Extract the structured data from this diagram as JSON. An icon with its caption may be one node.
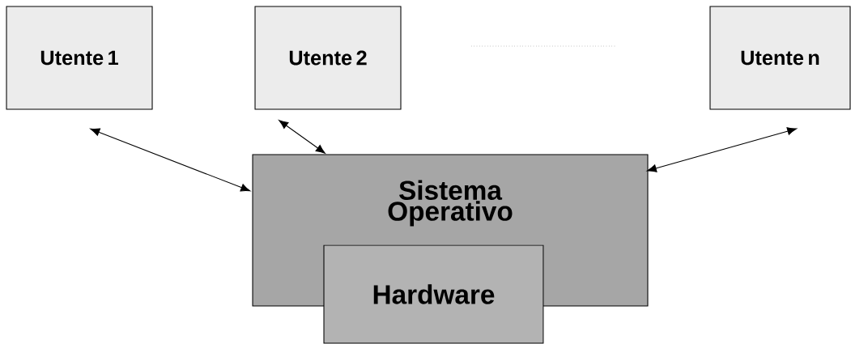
{
  "diagram": {
    "nodes": [
      {
        "text": [
          "Utente 1"
        ]
      },
      {
        "text": [
          "Utente 2"
        ]
      },
      {
        "text": [
          "Utente n"
        ]
      },
      {
        "text": [
          "Sistema Operativo"
        ]
      },
      {
        "text": [
          "Hardware"
        ]
      }
    ],
    "edges": [
      {
        "from": 0,
        "to": 3,
        "arrow": "both"
      },
      {
        "from": 1,
        "to": 3,
        "arrow": "both"
      },
      {
        "from": 2,
        "to": 3,
        "arrow": "both"
      }
    ]
  }
}
